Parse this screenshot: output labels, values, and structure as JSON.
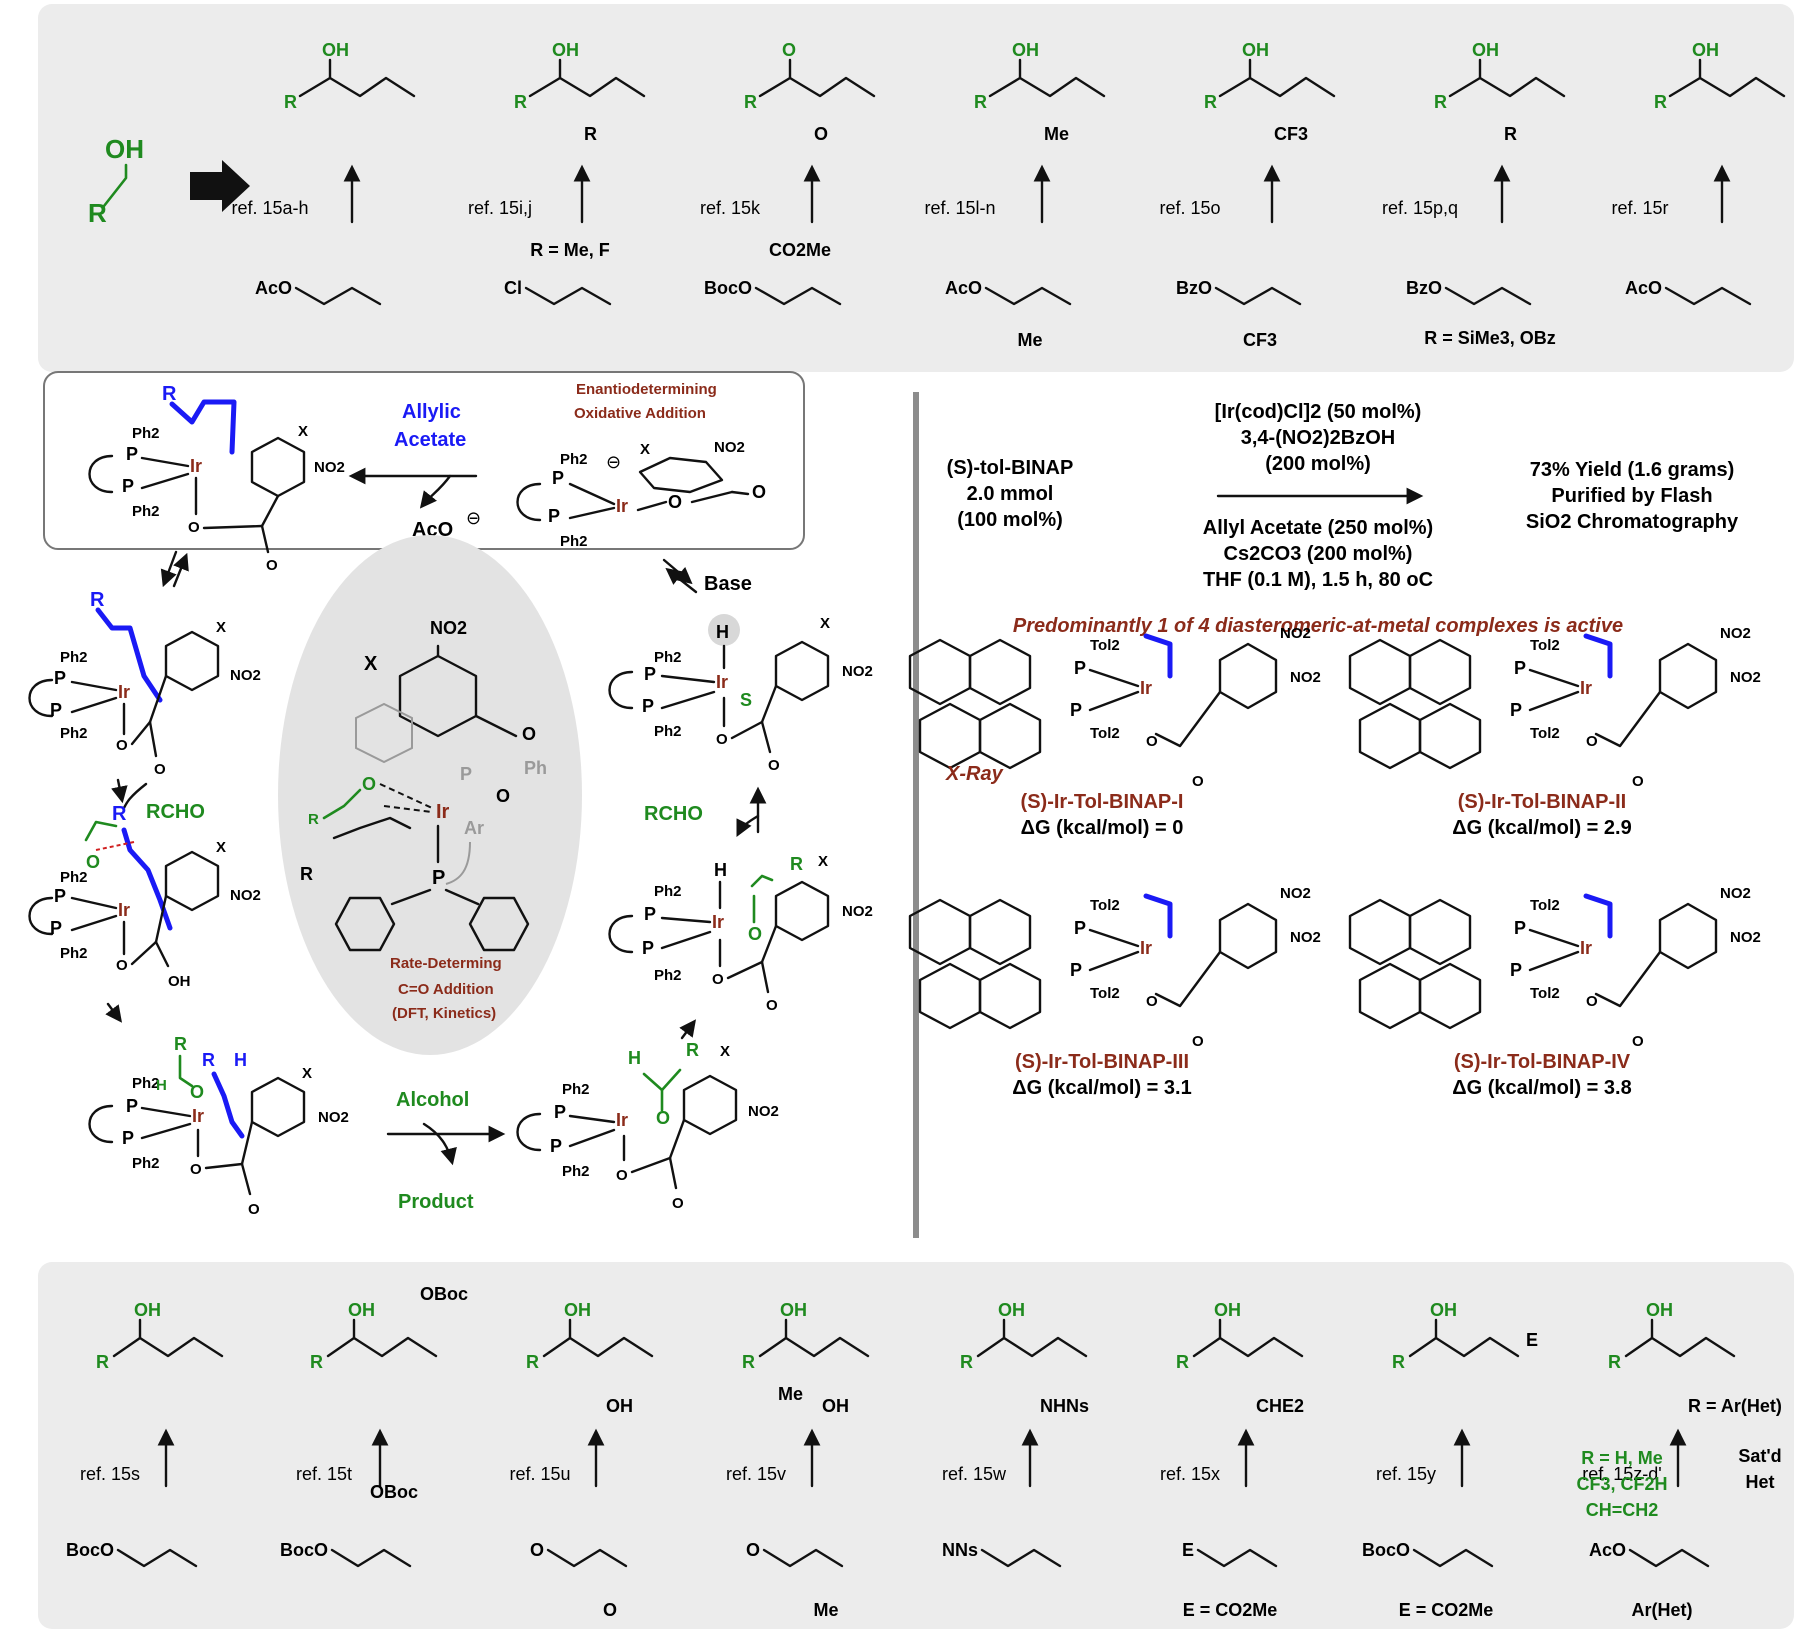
{
  "colors": {
    "green": "#1f8a1f",
    "blue": "#1a1af5",
    "brown": "#8b2b1a",
    "panel": "#ececec",
    "divider": "#8c8c8c"
  },
  "top": {
    "start": {
      "oh": "OH",
      "r": "R"
    },
    "products": [
      {
        "oh": "OH",
        "r": "R",
        "sub": ""
      },
      {
        "oh": "OH",
        "r": "R",
        "sub": "R"
      },
      {
        "oh": "O",
        "r": "R",
        "sub": "O"
      },
      {
        "oh": "OH",
        "r": "R",
        "sub": "Me"
      },
      {
        "oh": "OH",
        "r": "R",
        "sub": "CF3"
      },
      {
        "oh": "OH",
        "r": "R",
        "sub": "R"
      },
      {
        "oh": "OH",
        "r": "R",
        "sub": ""
      }
    ],
    "refs": [
      "ref. 15a-h",
      "ref. 15i,j",
      "ref. 15k",
      "ref. 15l-n",
      "ref. 15o",
      "ref. 15p,q",
      "ref. 15r"
    ],
    "reagents": [
      "AcO",
      "Cl",
      "BocO",
      "AcO",
      "BzO",
      "BzO",
      "AcO"
    ],
    "reagent_subs": [
      "",
      "R = Me, F",
      "CO2Me",
      "Me",
      "CF3",
      "R = SiMe3, OBz",
      ""
    ]
  },
  "cycle": {
    "allylic": [
      "Allylic",
      "Acetate"
    ],
    "enantio": [
      "Enantiodetermining",
      "Oxidative Addition"
    ],
    "aco": "AcO",
    "base": "Base",
    "rcho_left": "RCHO",
    "rcho_right": "RCHO",
    "alcohol": "Alcohol",
    "product": "Product",
    "rate": [
      "Rate-Determing",
      "C=O Addition",
      "(DFT, Kinetics)"
    ],
    "ph2": "Ph2",
    "p": "P",
    "ir": "Ir",
    "no2": "NO2",
    "x": "X",
    "o": "O",
    "h": "H",
    "s": "S",
    "oh": "OH",
    "r": "R",
    "ph": "Ph",
    "ar": "Ar"
  },
  "reaction": {
    "substrate": [
      "(S)-tol-BINAP",
      "2.0 mmol",
      "(100 mol%)"
    ],
    "above": [
      "[Ir(cod)Cl]2 (50 mol%)",
      "3,4-(NO2)2BzOH",
      "(200 mol%)"
    ],
    "below": [
      "Allyl Acetate (250 mol%)",
      "Cs2CO3 (200 mol%)",
      "THF (0.1 M), 1.5 h, 80 oC"
    ],
    "result": [
      "73% Yield (1.6 grams)",
      "Purified by Flash",
      "SiO2 Chromatography"
    ],
    "note": "Predominantly 1 of 4 diasteromeric-at-metal complexes is active"
  },
  "complexes": [
    {
      "name": "(S)-Ir-Tol-BINAP-I",
      "dg": "ΔG (kcal/mol) = 0",
      "tag": "X-Ray"
    },
    {
      "name": "(S)-Ir-Tol-BINAP-II",
      "dg": "ΔG (kcal/mol) = 2.9"
    },
    {
      "name": "(S)-Ir-Tol-BINAP-III",
      "dg": "ΔG (kcal/mol) = 3.1"
    },
    {
      "name": "(S)-Ir-Tol-BINAP-IV",
      "dg": "ΔG (kcal/mol) = 3.8"
    }
  ],
  "tol2": "Tol2",
  "bottom": {
    "refs": [
      "ref. 15s",
      "ref. 15t",
      "ref. 15u",
      "ref. 15v",
      "ref. 15w",
      "ref. 15x",
      "ref. 15y",
      "ref. 15z-d'"
    ],
    "product_subs": [
      "",
      "OBoc",
      "OH",
      "OH",
      "NHNs",
      "CHE2",
      "E",
      "R = Ar(Het)"
    ],
    "me": "Me",
    "reagents": [
      "BocO",
      "BocO",
      "O",
      "O",
      "NNs",
      "E",
      "BocO",
      "AcO"
    ],
    "reagent_subs": [
      "",
      "OBoc",
      "O",
      "Me",
      "",
      "E = CO2Me",
      "E = CO2Me",
      "Ar(Het)"
    ],
    "r_green": [
      "R = H, Me",
      "CF3, CF2H",
      "CH=CH2"
    ],
    "satd": [
      "Sat'd",
      "Het"
    ]
  }
}
